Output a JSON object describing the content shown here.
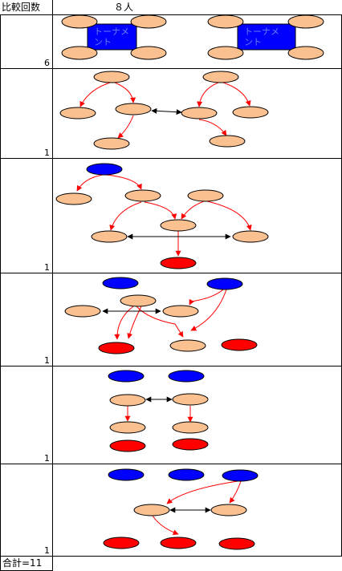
{
  "header": {
    "col1": "比較回数",
    "col2": "８人"
  },
  "rows": [
    {
      "count": "6",
      "label": "トーナメント"
    },
    {
      "count": "1"
    },
    {
      "count": "1"
    },
    {
      "count": "1"
    },
    {
      "count": "1"
    },
    {
      "count": "1"
    }
  ],
  "footer": {
    "total": "合計=11"
  },
  "colors": {
    "peach": "#fac090",
    "blue": "#0000ff",
    "red": "#ff0000",
    "arrow_red": "#ff0000",
    "arrow_black": "#000000",
    "label_blue": "#6a7cf0"
  }
}
